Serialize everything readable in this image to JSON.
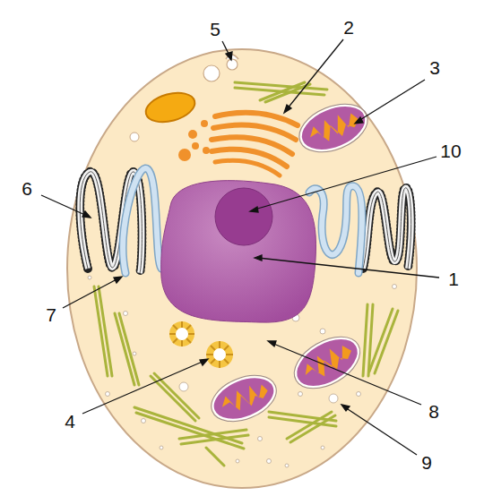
{
  "diagram": {
    "labels": [
      "5",
      "2",
      "3",
      "10",
      "6",
      "1",
      "7",
      "4",
      "8",
      "9"
    ]
  }
}
